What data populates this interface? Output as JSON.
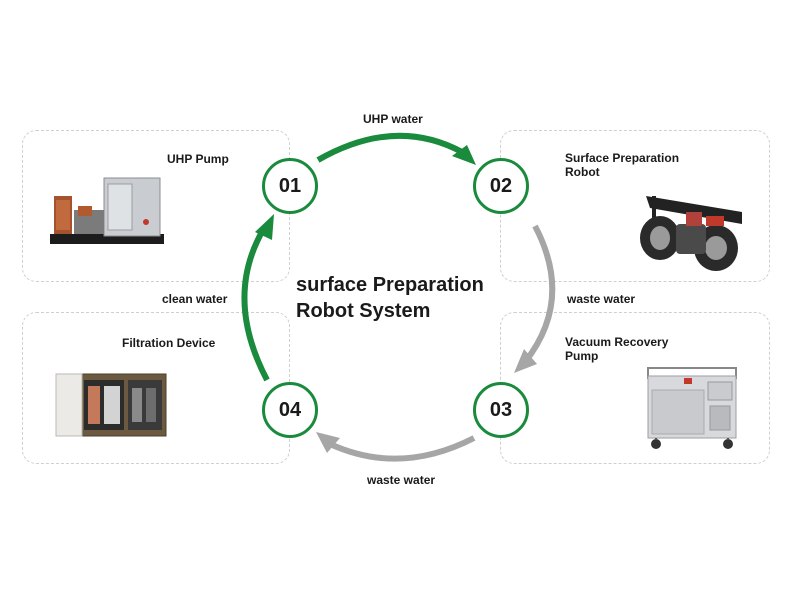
{
  "diagram": {
    "title": "surface Preparation\nRobot System",
    "nodes": [
      {
        "id": "01",
        "label": "UHP Pump"
      },
      {
        "id": "02",
        "label": "Surface Preparation\nRobot"
      },
      {
        "id": "03",
        "label": "Vacuum Recovery\nPump"
      },
      {
        "id": "04",
        "label": "Filtration Device"
      }
    ],
    "flows": [
      {
        "from": "01",
        "to": "02",
        "label": "UHP water",
        "color": "#1a8a3c"
      },
      {
        "from": "02",
        "to": "03",
        "label": "waste water",
        "color": "#a6a6a6"
      },
      {
        "from": "03",
        "to": "04",
        "label": "waste water",
        "color": "#a6a6a6"
      },
      {
        "from": "04",
        "to": "01",
        "label": "clean water",
        "color": "#1a8a3c"
      }
    ],
    "colors": {
      "accent": "#1a8a3c",
      "waste": "#a6a6a6"
    }
  }
}
